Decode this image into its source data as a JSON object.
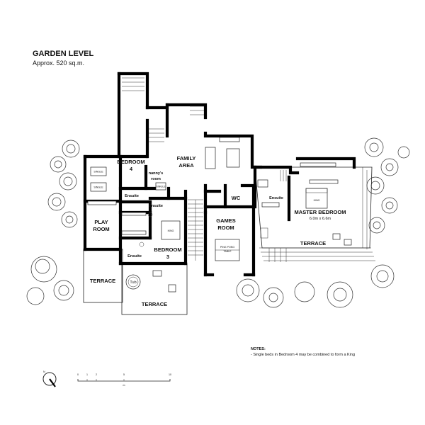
{
  "header": {
    "title": "GARDEN LEVEL",
    "subtitle": "Approx. 520 sq.m."
  },
  "rooms": {
    "bedroom4": [
      "BEDROOM",
      "4"
    ],
    "nannys_room": [
      "nanny's",
      "room"
    ],
    "family_area": [
      "FAMILY",
      "AREA"
    ],
    "wc": "WC",
    "ensuite_upper": "Ensuite",
    "ensuite_mid": "Ensuite",
    "ensuite_lower": "Ensuite",
    "play_room": [
      "PLAY",
      "ROOM"
    ],
    "bedroom3": [
      "BEDROOM",
      "3"
    ],
    "games_room": [
      "GAMES",
      "ROOM"
    ],
    "master_bedroom": "MASTER BEDROOM",
    "master_size": "6.0m x 6.6m",
    "terrace_left": "TERRACE",
    "terrace_center": "TERRACE",
    "terrace_right": "TERRACE"
  },
  "fixtures": {
    "single_1": "SINGLE",
    "single_2": "SINGLE",
    "single_nanny": "SINGLE",
    "king_bed3": "KING",
    "king_master": "KING",
    "tub": "Tub",
    "ping_pong": [
      "PING PONG",
      "TABLE"
    ]
  },
  "notes": {
    "heading": "NOTES:",
    "line1": "- Single beds in Bedroom 4 may be combined to form a King"
  },
  "scale": {
    "ticks": [
      "0",
      "1",
      "2",
      "5",
      "10"
    ],
    "unit": "m"
  },
  "north": {
    "label": "N"
  }
}
